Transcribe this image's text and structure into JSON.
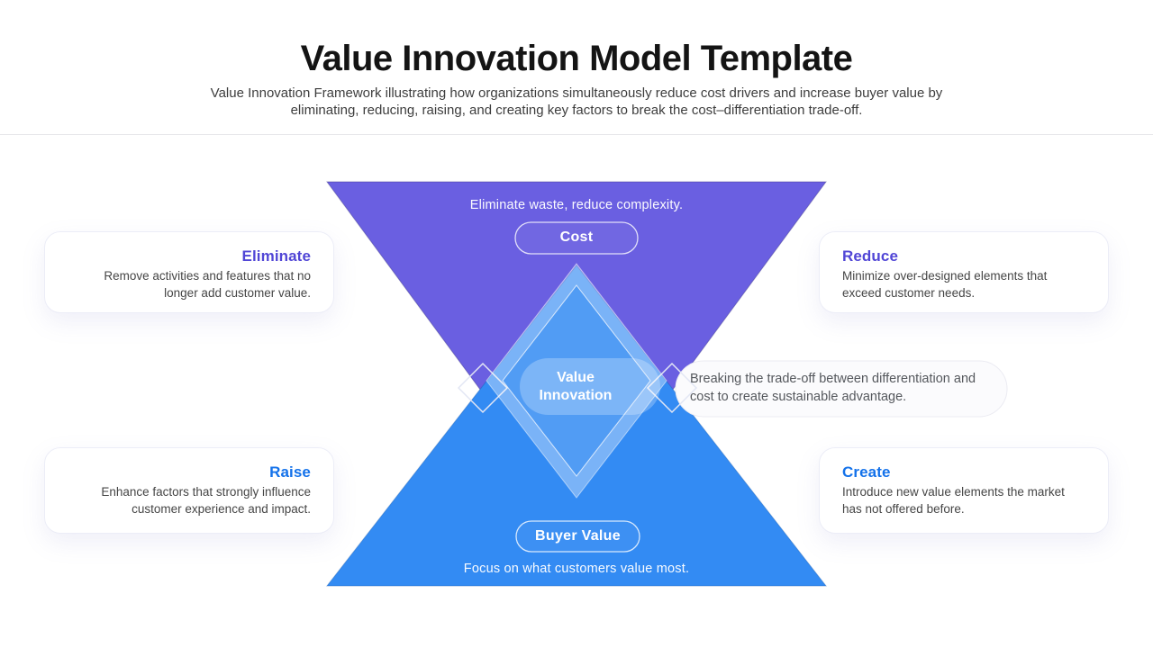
{
  "header": {
    "title": "Value Innovation Model Template",
    "subtitle": "Value Innovation Framework illustrating how organizations simultaneously reduce cost drivers and increase buyer value by eliminating, reducing, raising, and creating key factors to break the cost–differentiation trade-off."
  },
  "colors": {
    "purple_triangle": "#6A5FE1",
    "blue_triangle": "#338BF3",
    "purple_heading": "#5146d6",
    "blue_heading": "#1472ea",
    "callout_bg": "#fbfbfd",
    "text_dark": "#141414",
    "text_body": "#454545"
  },
  "diagram": {
    "top": {
      "caption": "Eliminate waste, reduce complexity.",
      "pill": "Cost"
    },
    "bottom": {
      "caption": "Focus on what customers value most.",
      "pill": "Buyer Value"
    },
    "center": {
      "label": "Value Innovation",
      "callout": "Breaking the trade-off between differentiation and cost to create sustainable advantage."
    },
    "cards": [
      {
        "id": "eliminate",
        "title": "Eliminate",
        "body": "Remove activities and features that no longer add customer value."
      },
      {
        "id": "reduce",
        "title": "Reduce",
        "body": "Minimize over-designed elements that exceed customer needs."
      },
      {
        "id": "raise",
        "title": "Raise",
        "body": "Enhance factors that strongly influence customer experience and impact."
      },
      {
        "id": "create",
        "title": "Create",
        "body": "Introduce new value elements the market has not offered before."
      }
    ]
  }
}
